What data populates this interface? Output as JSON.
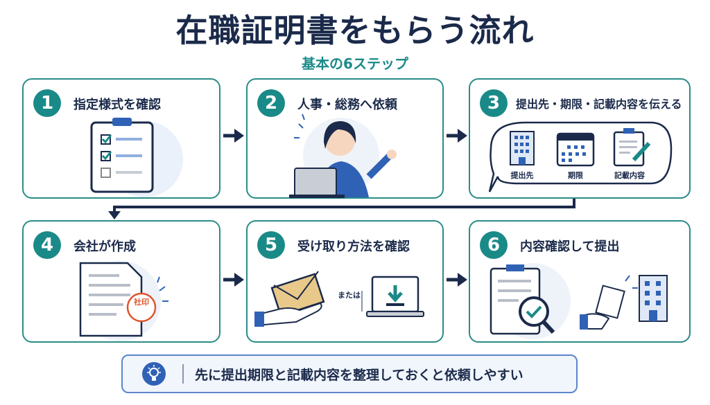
{
  "title": "在職証明書をもらう流れ",
  "subtitle": "基本の6ステップ",
  "steps": [
    {
      "number": "1",
      "label": "指定様式を確認"
    },
    {
      "number": "2",
      "label": "人事・総務へ依頼"
    },
    {
      "number": "3",
      "label": "提出先・期限・記載内容を伝える",
      "items": [
        "提出先",
        "期限",
        "記載内容"
      ]
    },
    {
      "number": "4",
      "label": "会社が作成",
      "stamp": "社印"
    },
    {
      "number": "5",
      "label": "受け取り方法を確認",
      "or_text": "または"
    },
    {
      "number": "6",
      "label": "内容確認して提出"
    }
  ],
  "tip": {
    "icon": "lightbulb-icon",
    "text": "先に提出期限と記載内容を整理しておくと依頼しやすい"
  },
  "colors": {
    "navy": "#1b2a4a",
    "teal": "#1a8a88",
    "blue": "#2f62b5"
  }
}
